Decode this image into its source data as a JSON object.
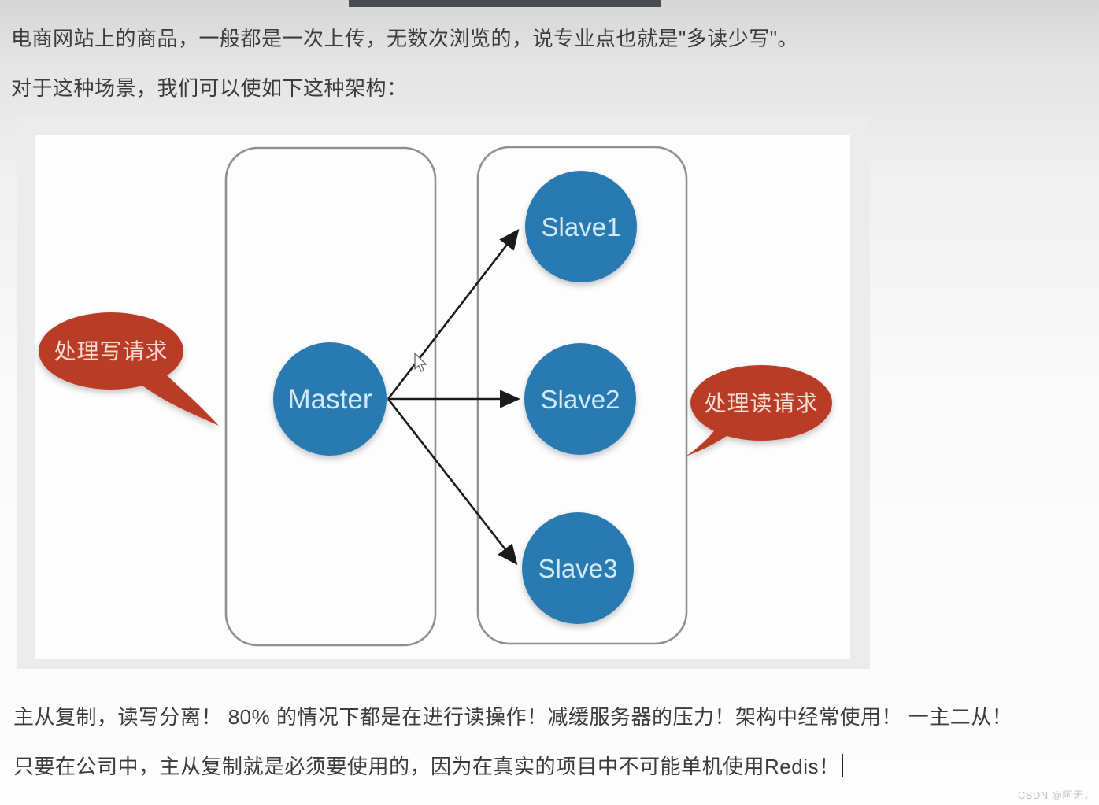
{
  "page": {
    "paragraph1": "电商网站上的商品，一般都是一次上传，无数次浏览的，说专业点也就是\"多读少写\"。",
    "paragraph2": "对于这种场景，我们可以使如下这种架构：",
    "bottom_line1": "主从复制，读写分离！ 80% 的情况下都是在进行读操作！减缓服务器的压力！架构中经常使用！ 一主二从！",
    "bottom_line2": "只要在公司中，主从复制就是必须要使用的，因为在真实的项目中不可能单机使用Redis！",
    "watermark": "CSDN @阿无，"
  },
  "diagram": {
    "nodes": [
      {
        "id": "master",
        "label": "Master"
      },
      {
        "id": "slave1",
        "label": "Slave1"
      },
      {
        "id": "slave2",
        "label": "Slave2"
      },
      {
        "id": "slave3",
        "label": "Slave3"
      }
    ],
    "edges": [
      {
        "from": "Master",
        "to": "Slave1"
      },
      {
        "from": "Master",
        "to": "Slave2"
      },
      {
        "from": "Master",
        "to": "Slave3"
      }
    ],
    "callouts": [
      {
        "side": "left",
        "label": "处理写请求"
      },
      {
        "side": "right",
        "label": "处理读请求"
      }
    ],
    "colors": {
      "node_fill": "#2b7ab2",
      "node_text": "#d2eaf8",
      "callout_fill": "#b93c28",
      "callout_text": "#f6dcd2",
      "group_border": "#909090",
      "arrow": "#1b1b1b"
    }
  }
}
